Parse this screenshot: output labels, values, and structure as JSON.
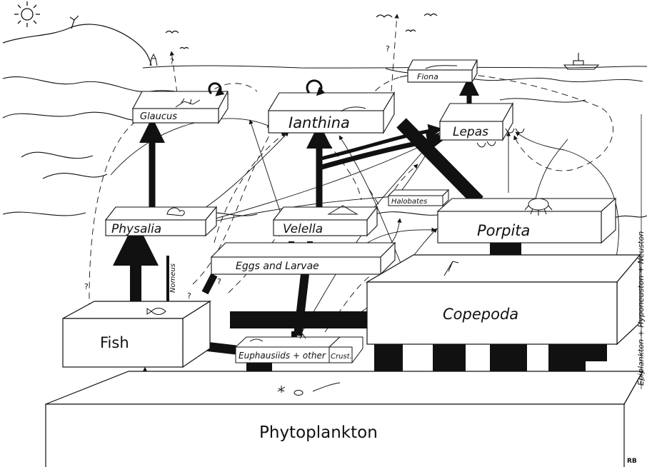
{
  "colors": {
    "ink": "#111111",
    "paper": "#ffffff"
  },
  "boxes": {
    "fiona": "Fiona",
    "glaucus": "Glaucus",
    "ianthina": "Ianthina",
    "lepas": "Lepas",
    "physalia": "Physalia",
    "velella": "Velella",
    "halobates": "Halobates",
    "porpita": "Porpita",
    "eggs_larvae": "Eggs and Larvae",
    "fish": "Fish",
    "copepoda": "Copepoda",
    "euphausiids": "Euphausiids + other",
    "crust": "Crust.",
    "phytoplankton": "Phytoplankton"
  },
  "annotations": {
    "nomeus": "Nomeus",
    "neuston_axis": "Epiplankton + Hyponeuston + Neuston",
    "question_mark": "?",
    "signature": "RB"
  },
  "icons": [
    "sun-icon",
    "bird-icon",
    "ship-icon",
    "lighthouse-icon",
    "tree-icon",
    "fish-icon",
    "shrimp-icon",
    "copepod-icon",
    "circular-arrow-icon"
  ]
}
